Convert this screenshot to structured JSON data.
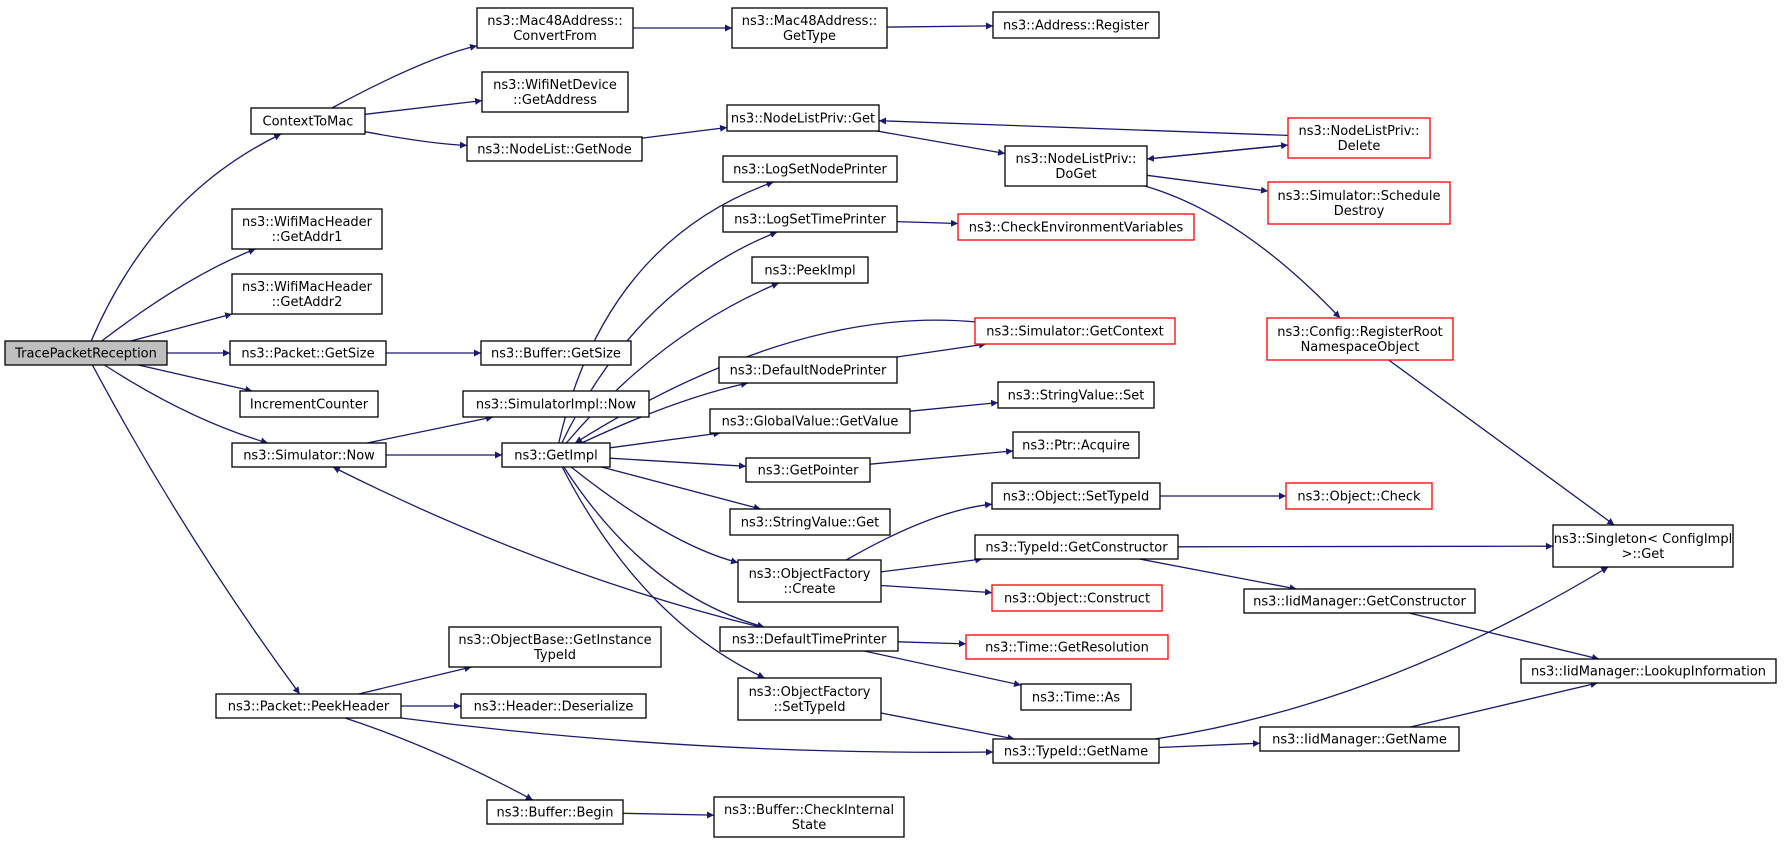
{
  "colors": {
    "edge": "#191970",
    "border_normal": "#000000",
    "border_truncated": "#ff0000",
    "root_fill": "#bfbfbf",
    "node_fill": "#ffffff"
  },
  "nodes": [
    {
      "id": "root",
      "lines": [
        "TracePacketReception"
      ],
      "type": "root"
    },
    {
      "id": "contexttomac",
      "lines": [
        "ContextToMac"
      ],
      "type": "normal"
    },
    {
      "id": "getaddr1",
      "lines": [
        "ns3::WifiMacHeader",
        "::GetAddr1"
      ],
      "type": "normal"
    },
    {
      "id": "getaddr2",
      "lines": [
        "ns3::WifiMacHeader",
        "::GetAddr2"
      ],
      "type": "normal"
    },
    {
      "id": "packet-getsize",
      "lines": [
        "ns3::Packet::GetSize"
      ],
      "type": "normal"
    },
    {
      "id": "incrementcounter",
      "lines": [
        "IncrementCounter"
      ],
      "type": "normal"
    },
    {
      "id": "simulator-now",
      "lines": [
        "ns3::Simulator::Now"
      ],
      "type": "normal"
    },
    {
      "id": "peekheader",
      "lines": [
        "ns3::Packet::PeekHeader"
      ],
      "type": "normal"
    },
    {
      "id": "convertfrom",
      "lines": [
        "ns3::Mac48Address::",
        "ConvertFrom"
      ],
      "type": "normal"
    },
    {
      "id": "wifi-getaddress",
      "lines": [
        "ns3::WifiNetDevice",
        "::GetAddress"
      ],
      "type": "normal"
    },
    {
      "id": "nodelist-getnode",
      "lines": [
        "ns3::NodeList::GetNode"
      ],
      "type": "normal"
    },
    {
      "id": "buffer-getsize",
      "lines": [
        "ns3::Buffer::GetSize"
      ],
      "type": "normal"
    },
    {
      "id": "simimpl-now",
      "lines": [
        "ns3::SimulatorImpl::Now"
      ],
      "type": "normal"
    },
    {
      "id": "getimpl",
      "lines": [
        "ns3::GetImpl"
      ],
      "type": "normal"
    },
    {
      "id": "getinstancetypeid",
      "lines": [
        "ns3::ObjectBase::GetInstance",
        "TypeId"
      ],
      "type": "normal"
    },
    {
      "id": "header-deserialize",
      "lines": [
        "ns3::Header::Deserialize"
      ],
      "type": "normal"
    },
    {
      "id": "buffer-begin",
      "lines": [
        "ns3::Buffer::Begin"
      ],
      "type": "normal"
    },
    {
      "id": "mac-gettype",
      "lines": [
        "ns3::Mac48Address::",
        "GetType"
      ],
      "type": "normal"
    },
    {
      "id": "address-register",
      "lines": [
        "ns3::Address::Register"
      ],
      "type": "normal"
    },
    {
      "id": "nlp-get",
      "lines": [
        "ns3::NodeListPriv::Get"
      ],
      "type": "normal"
    },
    {
      "id": "nlp-doget",
      "lines": [
        "ns3::NodeListPriv::",
        "DoGet"
      ],
      "type": "normal"
    },
    {
      "id": "nlp-delete",
      "lines": [
        "ns3::NodeListPriv::",
        "Delete"
      ],
      "type": "truncated"
    },
    {
      "id": "schedule-destroy",
      "lines": [
        "ns3::Simulator::Schedule",
        "Destroy"
      ],
      "type": "truncated"
    },
    {
      "id": "register-root",
      "lines": [
        "ns3::Config::RegisterRoot",
        "NamespaceObject"
      ],
      "type": "truncated"
    },
    {
      "id": "logsetnodeprinter",
      "lines": [
        "ns3::LogSetNodePrinter"
      ],
      "type": "normal"
    },
    {
      "id": "logsettimeprinter",
      "lines": [
        "ns3::LogSetTimePrinter"
      ],
      "type": "normal"
    },
    {
      "id": "checkenv",
      "lines": [
        "ns3::CheckEnvironmentVariables"
      ],
      "type": "truncated"
    },
    {
      "id": "peekimpl",
      "lines": [
        "ns3::PeekImpl"
      ],
      "type": "normal"
    },
    {
      "id": "sim-getcontext",
      "lines": [
        "ns3::Simulator::GetContext"
      ],
      "type": "truncated"
    },
    {
      "id": "defaultnodeprinter",
      "lines": [
        "ns3::DefaultNodePrinter"
      ],
      "type": "normal"
    },
    {
      "id": "globalvalue-getvalue",
      "lines": [
        "ns3::GlobalValue::GetValue"
      ],
      "type": "normal"
    },
    {
      "id": "stringvalue-set",
      "lines": [
        "ns3::StringValue::Set"
      ],
      "type": "normal"
    },
    {
      "id": "getpointer",
      "lines": [
        "ns3::GetPointer"
      ],
      "type": "normal"
    },
    {
      "id": "ptr-acquire",
      "lines": [
        "ns3::Ptr::Acquire"
      ],
      "type": "normal"
    },
    {
      "id": "stringvalue-get",
      "lines": [
        "ns3::StringValue::Get"
      ],
      "type": "normal"
    },
    {
      "id": "object-settypeid",
      "lines": [
        "ns3::Object::SetTypeId"
      ],
      "type": "normal"
    },
    {
      "id": "object-check",
      "lines": [
        "ns3::Object::Check"
      ],
      "type": "truncated"
    },
    {
      "id": "of-create",
      "lines": [
        "ns3::ObjectFactory",
        "::Create"
      ],
      "type": "normal"
    },
    {
      "id": "typeid-getconstructor",
      "lines": [
        "ns3::TypeId::GetConstructor"
      ],
      "type": "normal"
    },
    {
      "id": "singleton-get",
      "lines": [
        "ns3::Singleton< ConfigImpl",
        " >::Get"
      ],
      "type": "normal"
    },
    {
      "id": "object-construct",
      "lines": [
        "ns3::Object::Construct"
      ],
      "type": "truncated"
    },
    {
      "id": "iid-getconstructor",
      "lines": [
        "ns3::IidManager::GetConstructor"
      ],
      "type": "normal"
    },
    {
      "id": "defaulttimeprinter",
      "lines": [
        "ns3::DefaultTimePrinter"
      ],
      "type": "normal"
    },
    {
      "id": "time-getresolution",
      "lines": [
        "ns3::Time::GetResolution"
      ],
      "type": "truncated"
    },
    {
      "id": "time-as",
      "lines": [
        "ns3::Time::As"
      ],
      "type": "normal"
    },
    {
      "id": "iid-lookup",
      "lines": [
        "ns3::IidManager::LookupInformation"
      ],
      "type": "normal"
    },
    {
      "id": "of-settypeid",
      "lines": [
        "ns3::ObjectFactory",
        "::SetTypeId"
      ],
      "type": "normal"
    },
    {
      "id": "typeid-getname",
      "lines": [
        "ns3::TypeId::GetName"
      ],
      "type": "normal"
    },
    {
      "id": "iid-getname",
      "lines": [
        "ns3::IidManager::GetName"
      ],
      "type": "normal"
    },
    {
      "id": "buffer-checkinternal",
      "lines": [
        "ns3::Buffer::CheckInternal",
        "State"
      ],
      "type": "normal"
    }
  ],
  "edges": [
    [
      "root",
      "contexttomac"
    ],
    [
      "root",
      "getaddr1"
    ],
    [
      "root",
      "getaddr2"
    ],
    [
      "root",
      "packet-getsize"
    ],
    [
      "root",
      "incrementcounter"
    ],
    [
      "root",
      "simulator-now"
    ],
    [
      "root",
      "peekheader"
    ],
    [
      "contexttomac",
      "convertfrom"
    ],
    [
      "contexttomac",
      "wifi-getaddress"
    ],
    [
      "contexttomac",
      "nodelist-getnode"
    ],
    [
      "convertfrom",
      "mac-gettype"
    ],
    [
      "mac-gettype",
      "address-register"
    ],
    [
      "nodelist-getnode",
      "nlp-get"
    ],
    [
      "nlp-get",
      "nlp-doget"
    ],
    [
      "nlp-doget",
      "nlp-delete"
    ],
    [
      "nlp-delete",
      "nlp-get"
    ],
    [
      "nlp-delete",
      "nlp-doget"
    ],
    [
      "nlp-doget",
      "schedule-destroy"
    ],
    [
      "nlp-doget",
      "register-root"
    ],
    [
      "register-root",
      "singleton-get"
    ],
    [
      "packet-getsize",
      "buffer-getsize"
    ],
    [
      "simulator-now",
      "simimpl-now"
    ],
    [
      "simulator-now",
      "getimpl"
    ],
    [
      "getimpl",
      "logsetnodeprinter"
    ],
    [
      "getimpl",
      "logsettimeprinter"
    ],
    [
      "getimpl",
      "peekimpl"
    ],
    [
      "sim-getcontext",
      "getimpl"
    ],
    [
      "getimpl",
      "defaultnodeprinter"
    ],
    [
      "getimpl",
      "globalvalue-getvalue"
    ],
    [
      "getimpl",
      "getpointer"
    ],
    [
      "getimpl",
      "stringvalue-get"
    ],
    [
      "getimpl",
      "of-create"
    ],
    [
      "getimpl",
      "defaulttimeprinter"
    ],
    [
      "getimpl",
      "of-settypeid"
    ],
    [
      "logsettimeprinter",
      "checkenv"
    ],
    [
      "defaultnodeprinter",
      "sim-getcontext"
    ],
    [
      "globalvalue-getvalue",
      "stringvalue-set"
    ],
    [
      "getpointer",
      "ptr-acquire"
    ],
    [
      "of-create",
      "object-settypeid"
    ],
    [
      "of-create",
      "typeid-getconstructor"
    ],
    [
      "of-create",
      "object-construct"
    ],
    [
      "object-settypeid",
      "object-check"
    ],
    [
      "typeid-getconstructor",
      "singleton-get"
    ],
    [
      "typeid-getconstructor",
      "iid-getconstructor"
    ],
    [
      "iid-getconstructor",
      "iid-lookup"
    ],
    [
      "defaulttimeprinter",
      "simulator-now"
    ],
    [
      "defaulttimeprinter",
      "time-getresolution"
    ],
    [
      "defaulttimeprinter",
      "time-as"
    ],
    [
      "of-settypeid",
      "typeid-getname"
    ],
    [
      "typeid-getname",
      "singleton-get"
    ],
    [
      "typeid-getname",
      "iid-getname"
    ],
    [
      "iid-getname",
      "iid-lookup"
    ],
    [
      "peekheader",
      "getinstancetypeid"
    ],
    [
      "peekheader",
      "header-deserialize"
    ],
    [
      "peekheader",
      "typeid-getname"
    ],
    [
      "peekheader",
      "buffer-begin"
    ],
    [
      "buffer-begin",
      "buffer-checkinternal"
    ]
  ]
}
